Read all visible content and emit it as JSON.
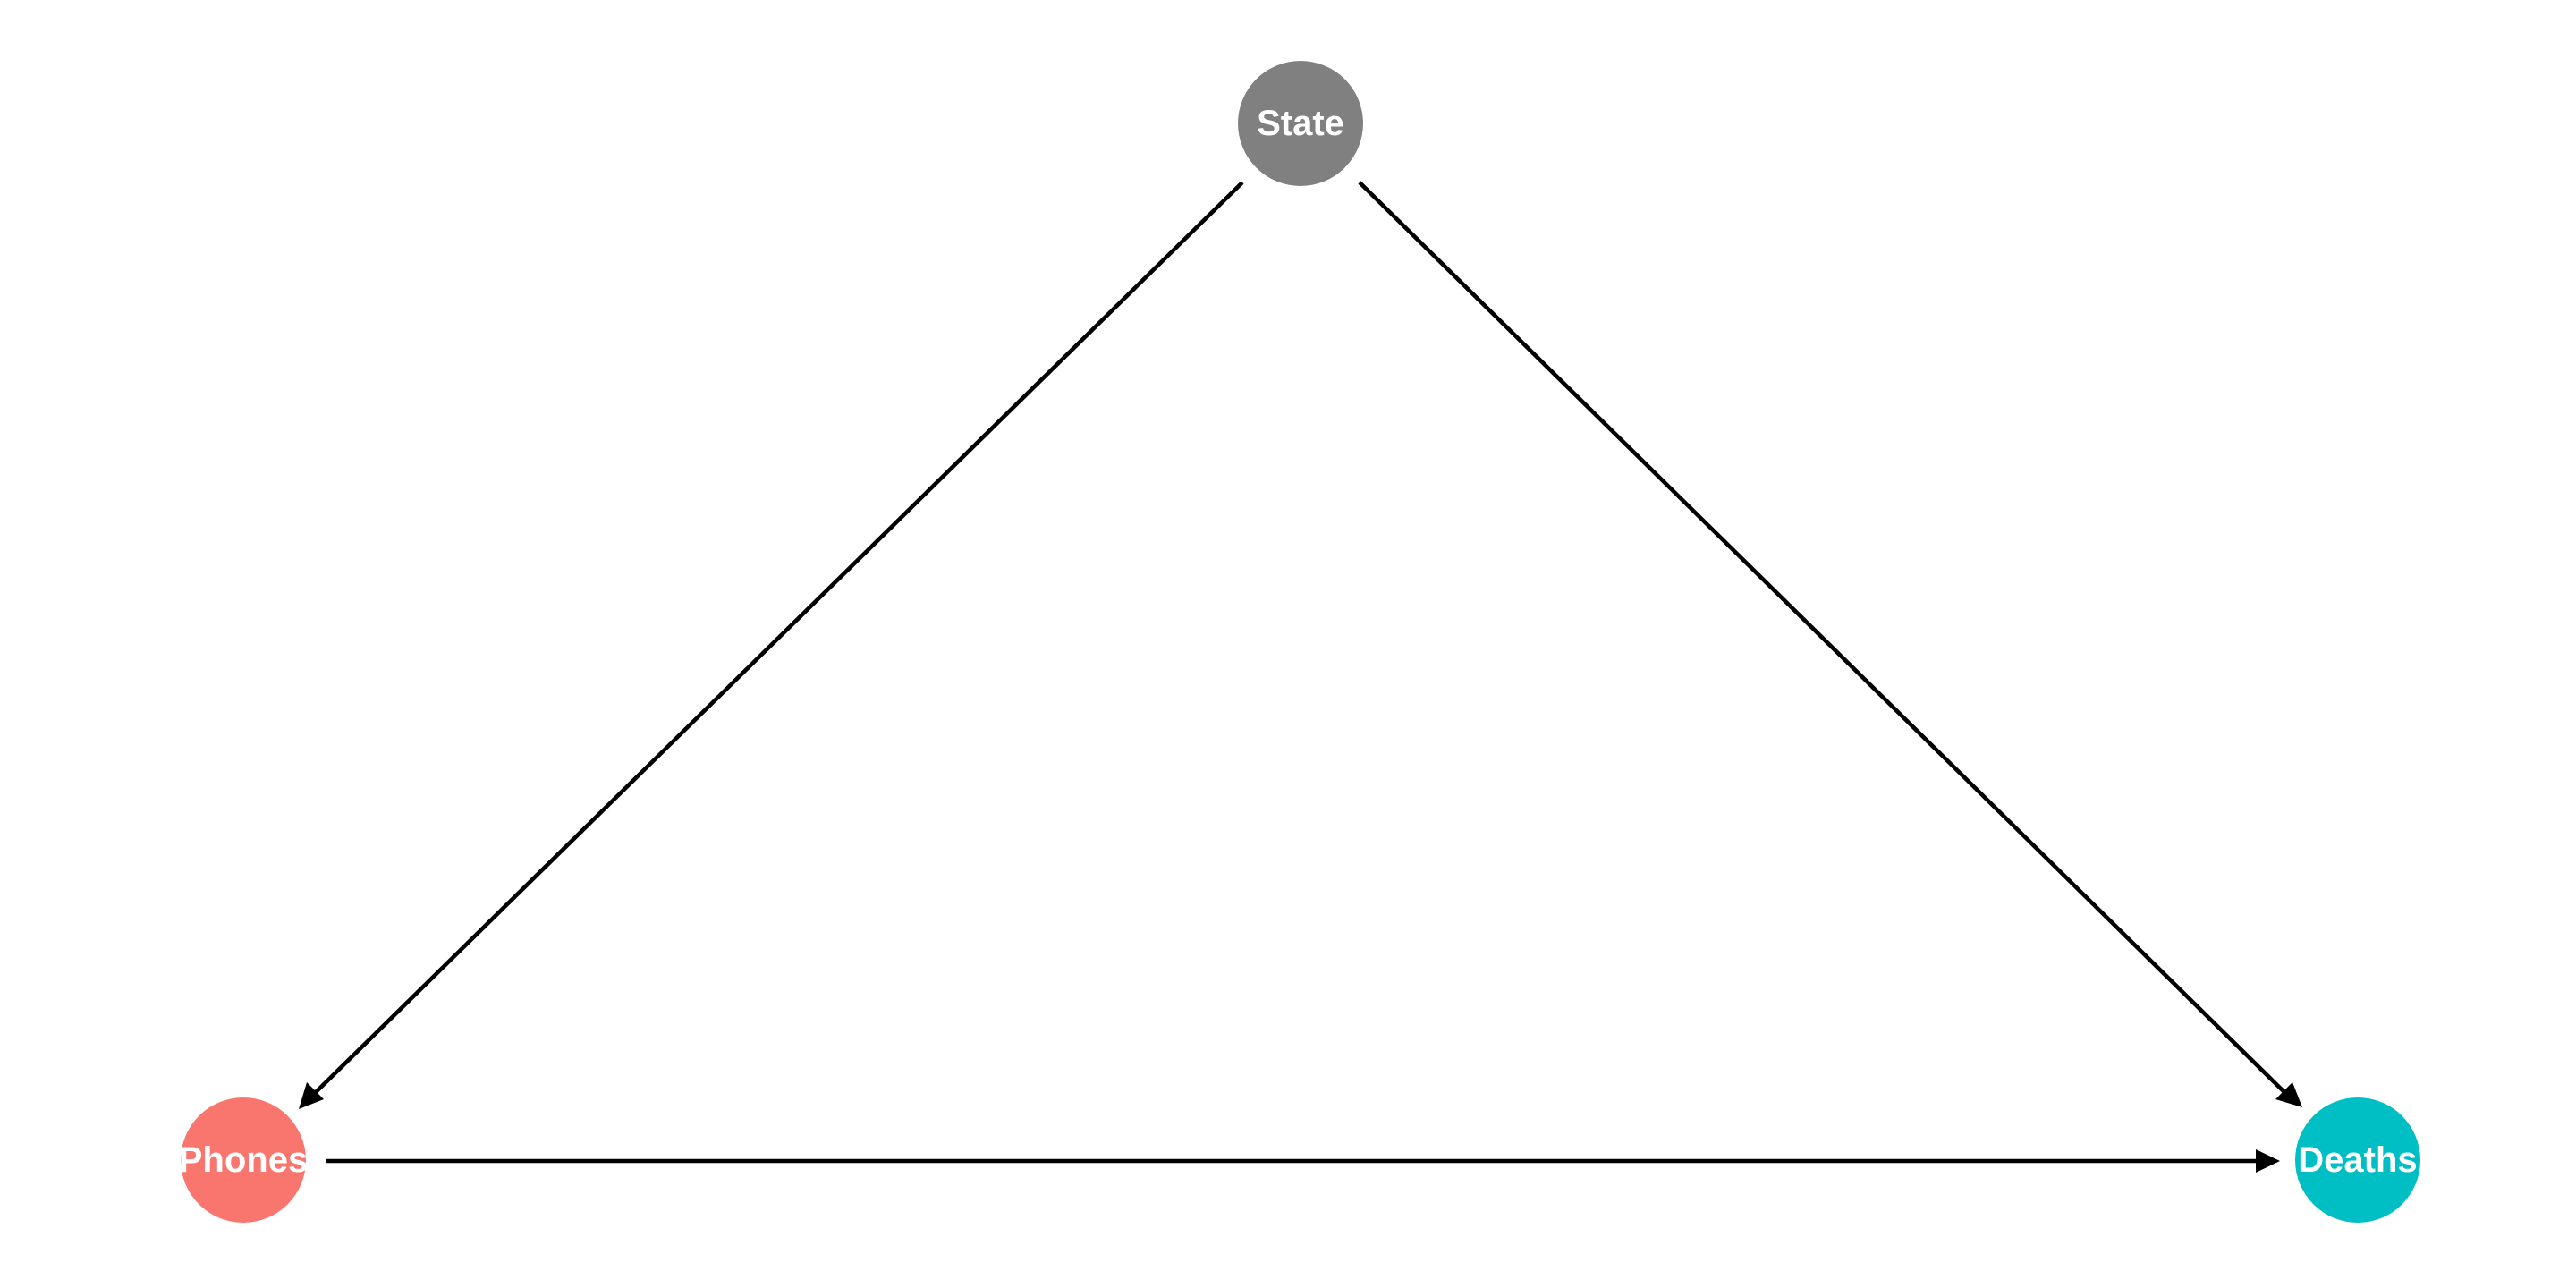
{
  "diagram": {
    "type": "directed-acyclic-graph",
    "nodes": [
      {
        "id": "state",
        "label": "State",
        "color": "#808080"
      },
      {
        "id": "phones",
        "label": "Phones",
        "color": "#F8766D"
      },
      {
        "id": "deaths",
        "label": "Deaths",
        "color": "#00BFC4"
      }
    ],
    "edges": [
      {
        "from": "State",
        "to": "Phones"
      },
      {
        "from": "State",
        "to": "Deaths"
      },
      {
        "from": "Phones",
        "to": "Deaths"
      }
    ],
    "edge_color": "#000000",
    "background": "#FFFFFF"
  }
}
